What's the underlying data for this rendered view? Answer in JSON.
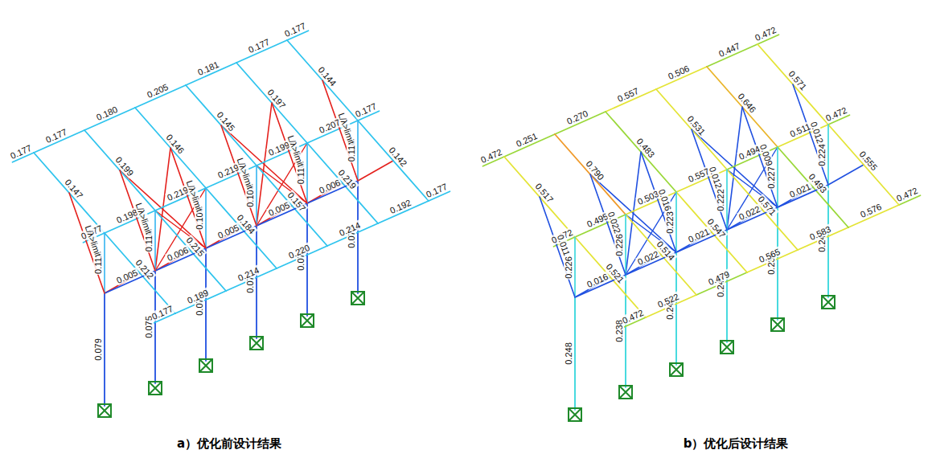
{
  "diagram": {
    "labels": [
      "a）优化前设计结果",
      "b）优化后设计结果",
      "0.079",
      "0.075",
      "0.077",
      "0.077",
      "0.074",
      "0.078",
      "0.177",
      "0.177",
      "0.180",
      "0.205",
      "0.181",
      "0.177",
      "0.177",
      "0.177",
      "0.198",
      "0.219",
      "0.219",
      "0.199",
      "0.207",
      "0.177",
      "0.177",
      "0.189",
      "0.214",
      "0.220",
      "0.214",
      "0.192",
      "0.177",
      "0.147",
      "0.199",
      "0.146",
      "0.145",
      "0.197",
      "0.144",
      "0.212",
      "0.215",
      "0.184",
      "0.157",
      "0.219",
      "0.142",
      "0.005",
      "0.006",
      "0.005",
      "0.005",
      "0.006",
      "0.111",
      "0.110",
      "0.109",
      "0.109",
      "0.110",
      "0.110",
      "L/λ>limit",
      "L/λ>limit",
      "L/λ>limit",
      "L/λ>limit",
      "L/λ>limit",
      "L/λ>limit",
      "0.248",
      "0.238",
      "0.242",
      "0.242",
      "0.236",
      "0.244",
      "0.472",
      "0.251",
      "0.270",
      "0.557",
      "0.506",
      "0.447",
      "0.472",
      "0.472",
      "0.495",
      "0.503",
      "0.557",
      "0.494",
      "0.511",
      "0.472",
      "0.472",
      "0.522",
      "0.479",
      "0.565",
      "0.583",
      "0.576",
      "0.472",
      "0.517",
      "0.790",
      "0.483",
      "0.531",
      "0.646",
      "0.571",
      "0.521",
      "0.514",
      "0.547",
      "0.571",
      "0.493",
      "0.555",
      "0.016",
      "0.022",
      "0.021",
      "0.022",
      "0.021",
      "0.226",
      "0.226",
      "0.223",
      "0.222",
      "0.227",
      "0.224",
      "0.011",
      "0.022",
      "0.016",
      "0.012",
      "0.009",
      "0.012"
    ]
  }
}
